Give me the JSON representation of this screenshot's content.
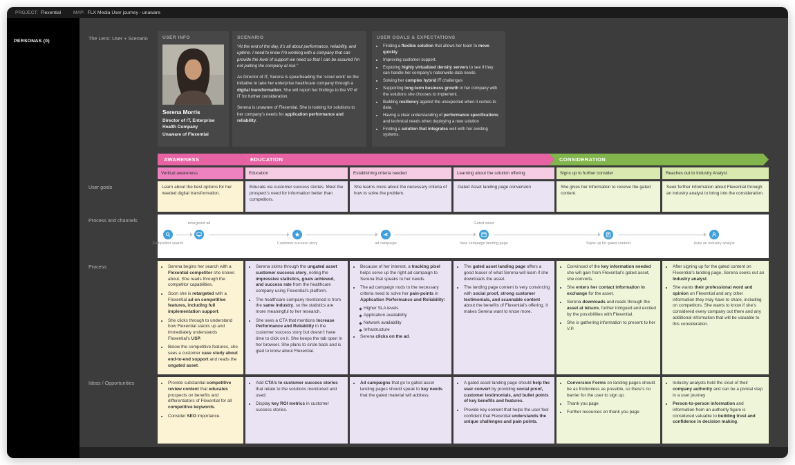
{
  "topbar": {
    "project_label": "PROJECT:",
    "project_value": "Flexential",
    "map_label": "MAP:",
    "map_value": "FLX Media User journey - unaware"
  },
  "sidebar": {
    "personas_label": "PERSONAS (0)"
  },
  "row_labels": {
    "lens": "The Lens: User + Scenario",
    "user_goals": "User goals",
    "process_channels": "Process and channels",
    "process": "Process",
    "ideas": "Ideas / Opportunities"
  },
  "lens": {
    "user_info": {
      "heading": "USER INFO",
      "name": "Serena Morris",
      "title": "Director of IT, Enterprise Health Company",
      "status": "Unaware of Flexential"
    },
    "scenario": {
      "heading": "SCENARIO",
      "quote": "“At the end of the day, it’s all about performance, reliability, and uptime. I need to know I’m working with a company that can provide the level of support we need so that I can be assured I’m not putting the company at risk.”",
      "p1": "As Director of IT, Serena is spearheading the ‘scout work’ on the initiative to take her enterprise healthcare company through a **digital transformation**. She will report her findings to the VP of IT for further consideration.",
      "p2": "Serena is unaware of Flexential. She is looking for solutions to her company’s needs for **application performance and reliability**."
    },
    "goals": {
      "heading": "USER GOALS & EXPECTATIONS",
      "items": [
        "Finding a **flexible solution** that allows her team to **move quickly**.",
        "Improving customer support.",
        "Exploring **highly virtualized density servers** to see if they can handle her company’s nationwide data needs",
        "Solving her **complex hybrid IT** challenges",
        "Supporting **long-term business growth** in her company with the solutions she chooses to implement.",
        "Building **resiliency** against the unexpected when it comes to data.",
        "Having a clear understanding of **performance specifications** and technical needs when deploying a new solution",
        "Finding a **solution that integrates** well with her existing systems."
      ]
    }
  },
  "stages": [
    {
      "label": "AWARENESS",
      "color": "#e763a4"
    },
    {
      "label": "EDUCATION",
      "color": "#e763a4"
    },
    {
      "label": "CONSIDERATION",
      "color": "#82b54b"
    }
  ],
  "substages": [
    "Vertical awareness",
    "Education",
    "Establishing criteria needed",
    "Learning about the solution offering",
    "Signs up to further consider",
    "Reaches out to Industry Analyst"
  ],
  "user_goals": [
    "Learn about the best options for her needed digital transformation.",
    "Educate via customer success stories. Meet the prospect’s need for information better than competitors.",
    "She learns more about the necessary criteria of how to solve the problem.",
    "Gated Asset landing page conversion",
    "She gives her information to receive the gated content.",
    "Seek further information about Flexential through an industry analyst to bring into the consideration."
  ],
  "channels": {
    "nodes": [
      {
        "label": "Competitor search"
      },
      {
        "label": "retargeted ad"
      },
      {
        "label": "Customer success story"
      },
      {
        "label": "ad campaign"
      },
      {
        "top_label": "Gated asset",
        "label": "New campaign landing page"
      },
      {
        "label": "Signs up for gated content"
      },
      {
        "label": "Asks an industry analyst"
      }
    ]
  },
  "process": {
    "cells": [
      {
        "items": [
          "Serena begins her search with a **Flexential competitor** she knows about. She reads through the competitor capabilities.",
          "Soon she is **retargeted** with a Flexential **ad on competitive features, including full implementation support**.",
          "She clicks through to understand how Flexential stacks up and immediately understands Flexential’s **USP**.",
          "Below the competitive features, she sees a customer **case study about end-to-end support** and reads the **ungated asset**."
        ]
      },
      {
        "items": [
          "Serena skims through the **ungated asset customer success story**, noting the **impressive statistics, goals achieved, and success rate** from the healthcare company using Flexential’s platform.",
          "The healthcare company mentioned is from the **same industry**, so the statistics are more meaningful to her research.",
          "She sees a CTA that mentions **Increase Performance and Reliability** in the customer success story but doesn’t have time to click on it. She keeps the tab open in her browser. She plans to circle back and is glad to know about Flexential."
        ]
      },
      {
        "items": [
          "Because of her interest, a **tracking pixel** helps serve up the right ad campaign to Serena that speaks to her needs.",
          "The ad campaign nods to the necessary criteria need to solve her **pain-points** in **Application Performance and Reliability:**",
          "> Higher SLA levels",
          "> Application availability",
          "> Network availability",
          "> Infrastructure",
          "Serena **clicks on the ad**."
        ]
      },
      {
        "items": [
          "The **gated asset landing page** offers a good teaser of what Serena will learn if she downloads the asset.",
          "The landing page content is very convincing with **social proof, strong customer testimonials, and scannable content** about the benefits of Flexential’s offering. It makes Serena want to know more."
        ]
      },
      {
        "items": [
          "Convinced of the **key information needed** she will gain from Flexential’s gated asset, she converts.",
          "She **enters her contact information in exchange** for the asset.",
          "Serena **downloads** and reads through the **asset at leisure**, further intrigued and excited by the possibilities with Flexential.",
          "She is gathering information to present to her V.P."
        ]
      },
      {
        "items": [
          "After signing up for the gated content on Flexential’s landing page, Serena seeks out an **Industry analyst**.",
          "She wants **their professional word and opinion** on Flexential and any other information they may have to share, including on competitors. She wants to know if she’s considered every company out there and any additional information that will be valuable to this consideration."
        ]
      }
    ]
  },
  "ideas": {
    "cells": [
      {
        "items": [
          "Provide substantial **competitive review content** that **educates** prospects on benefits and differentiators of Flexential for all **competitive keywords**.",
          "Consider **SEO** importance."
        ]
      },
      {
        "items": [
          "Add **CTA’s to customer success stories** that relate to the solutions mentioned and used.",
          "Display **key ROI metrics** in customer success stories."
        ]
      },
      {
        "items": [
          "**Ad campaigns** that go to gated asset landing pages should speak to **key needs** that the gated material will address."
        ]
      },
      {
        "items": [
          "A gated asset landing page should **help the user convert** by providing **social proof, customer testimonials, and bullet points of key benefits and features.**",
          "Provide key content that helps the user feel confident that Flexential **understands the unique challenges and pain points.**"
        ]
      },
      {
        "items": [
          "**Conversion Forms** on landing pages should be as frictionless as possible, so there’s no barrier for the user to sign up.",
          "Thank you page",
          "Further resources on thank you page"
        ]
      },
      {
        "items": [
          "Industry analysts hold the clout of their **company authority** and can be a pivotal step in a user journey",
          "**Person-to-person information** and information from an authority figure is considered valuable to **building trust and confidence in decision making**."
        ]
      }
    ]
  },
  "colors": {
    "stage_pink": "#e763a4",
    "stage_green": "#82b54b",
    "cell_cream": "#fcf3d4",
    "cell_lavender": "#e9e3f4",
    "cell_green": "#eff5d9",
    "channel_blue": "#42a0d8"
  }
}
